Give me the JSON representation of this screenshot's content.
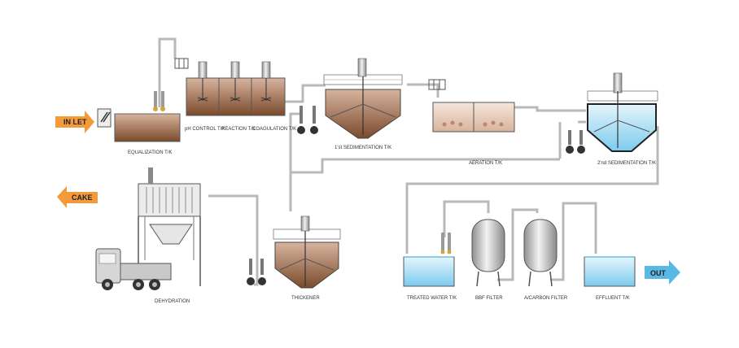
{
  "labels": {
    "inlet": "IN LET",
    "equalization": "EQUALIZATION T/K",
    "ph_control": "pH CONTROL T/K",
    "reaction": "REACTION T/K",
    "coagulation": "COAGULATION T/K",
    "sed1": "1'st SEDIMENTATION T/K",
    "aeration": "AERATION T/K",
    "sed2": "2'nd SEDIMENTATION T/K",
    "cake": "CAKE",
    "dehydration": "DEHYDRATION",
    "thickener": "THICKENER",
    "treated_water": "TREATED WATER T/K",
    "bbf_filter": "BBF FILTER",
    "acarbon_filter": "A/CARBON FILTER",
    "effluent": "EFFLUENT T/K",
    "out": "OUT"
  },
  "colors": {
    "sludge": "#8a5a3c",
    "sludge_light": "#c99a7c",
    "water": "#8fd3f0",
    "water_light": "#d8f1fb",
    "pipe": "#b9b9b9",
    "arrow_orange": "#f39a3a",
    "arrow_blue": "#5ab8e6",
    "steel": "#a9a9a9"
  }
}
